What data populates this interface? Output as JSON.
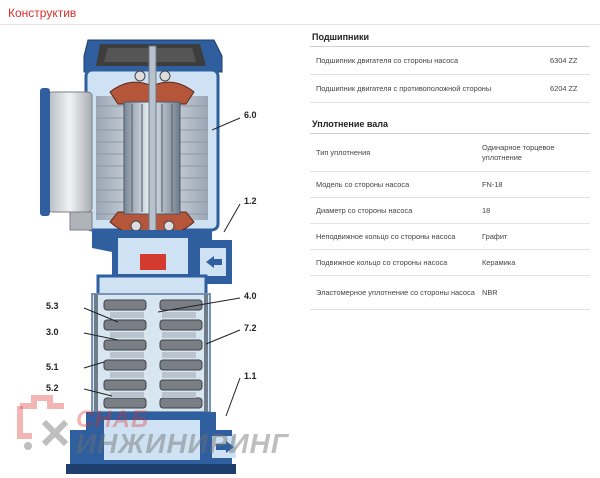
{
  "header": {
    "title": "Конструктив"
  },
  "callouts": {
    "c60": "6.0",
    "c12": "1.2",
    "c53": "5.3",
    "c40": "4.0",
    "c30": "3.0",
    "c72": "7.2",
    "c51": "5.1",
    "c11": "1.1",
    "c52": "5.2"
  },
  "bearings": {
    "title": "Подшипники",
    "rows": [
      {
        "label": "Подшипник двигателя со стороны насоса",
        "value": "6304 ZZ"
      },
      {
        "label": "Подшипник двигателя с противоположной стороны",
        "value": "6204 ZZ"
      }
    ]
  },
  "seal": {
    "title": "Уплотнение вала",
    "rows": [
      {
        "label": "Тип уплотнения",
        "value": "Одинарное торцевое уплотнение"
      },
      {
        "label": "Модель со стороны насоса",
        "value": "FN-18"
      },
      {
        "label": "Диаметр со стороны насоса",
        "value": "18"
      },
      {
        "label": "Неподвижное кольцо со стороны насоса",
        "value": "Графит"
      },
      {
        "label": "Подвижное кольцо со стороны насоса",
        "value": "Керамика"
      },
      {
        "label": "Эластомерное уплотнение со стороны насоса",
        "value": "NBR"
      }
    ]
  },
  "watermark": {
    "line1": "СНАБ",
    "line2": "ИНЖИНИРИНГ"
  },
  "colors": {
    "accent": "#d9302b",
    "pump_blue": "#2f5f9e",
    "body_light": "#cfe2f3"
  }
}
